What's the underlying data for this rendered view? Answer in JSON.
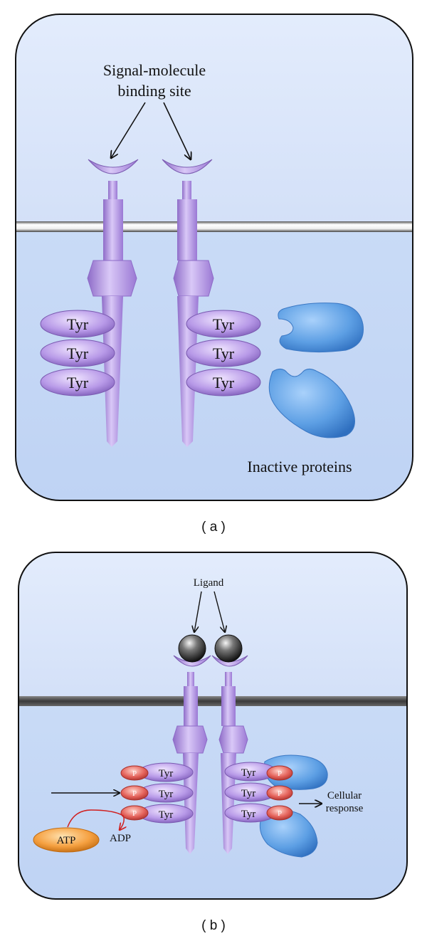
{
  "panel_a": {
    "signal_label_line1": "Signal-molecule",
    "signal_label_line2": "binding site",
    "tyr_label": "Tyr",
    "inactive_label": "Inactive proteins",
    "caption": "( a )"
  },
  "panel_b": {
    "ligand_label": "Ligand",
    "tyr_label": "Tyr",
    "p_label": "P",
    "atp_label": "ATP",
    "adp_label": "ADP",
    "response_line1": "Cellular",
    "response_line2": "response",
    "caption": "( b )"
  },
  "colors": {
    "extracellular": "#dbe6fb",
    "intracellular": "#c4d7f6",
    "receptor": "#b496e4",
    "tyr": "#b598e6",
    "phosphate": "#e4605a",
    "atp": "#f5a040",
    "protein": "#5d9fe4",
    "ligand": "#333333"
  }
}
